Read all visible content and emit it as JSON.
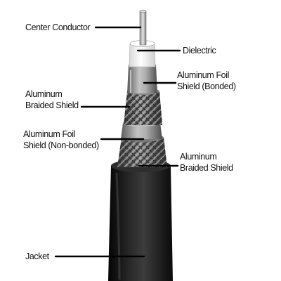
{
  "diagram": {
    "labels": {
      "center_conductor": "Center Conductor",
      "dielectric": "Dielectric",
      "foil_bonded_line1": "Aluminum Foil",
      "foil_bonded_line2": "Shield (Bonded)",
      "braid_upper_line1": "Aluminum",
      "braid_upper_line2": "Braided Shield",
      "foil_nonbonded_line1": "Aluminum Foil",
      "foil_nonbonded_line2": "Shield (Non-bonded)",
      "braid_lower_line1": "Aluminum",
      "braid_lower_line2": "Braided Shield",
      "jacket": "Jacket"
    },
    "colors": {
      "jacket": "#1a1a1a",
      "foil": "#9a9a9a",
      "braid": "#6e6e6e",
      "dielectric": "#f4f4f4",
      "conductor": "#c8c8c8",
      "leader": "#000000"
    }
  }
}
